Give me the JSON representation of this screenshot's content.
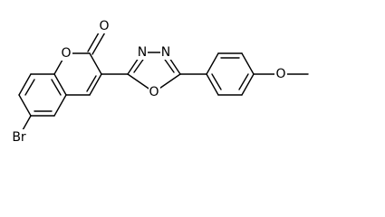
{
  "molecule": {
    "atom_labels": {
      "bromine": "Br",
      "carbonyl_oxygen": "O",
      "ring_oxygen": "O",
      "oxadiazole_nitrogen_left": "N",
      "oxadiazole_nitrogen_right": "N",
      "oxadiazole_oxygen": "O",
      "methoxy_oxygen": "O"
    }
  }
}
